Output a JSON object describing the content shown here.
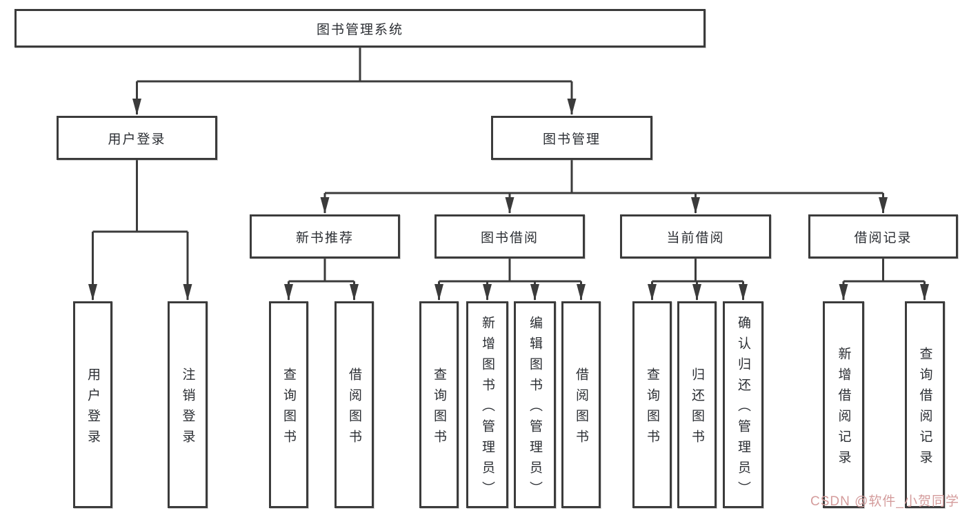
{
  "diagram": {
    "title": "图书管理系统",
    "root": {
      "label": "图书管理系统"
    },
    "level2": [
      {
        "label": "用户登录"
      },
      {
        "label": "图书管理"
      }
    ],
    "level3": [
      {
        "label": "新书推荐"
      },
      {
        "label": "图书借阅"
      },
      {
        "label": "当前借阅"
      },
      {
        "label": "借阅记录"
      }
    ],
    "leaves": [
      {
        "label": "用户登录"
      },
      {
        "label": "注销登录"
      },
      {
        "label": "查询图书"
      },
      {
        "label": "借阅图书"
      },
      {
        "label": "查询图书"
      },
      {
        "label": "新增图书（管理员）"
      },
      {
        "label": "编辑图书（管理员）"
      },
      {
        "label": "借阅图书"
      },
      {
        "label": "查询图书"
      },
      {
        "label": "归还图书"
      },
      {
        "label": "确认归还（管理员）"
      },
      {
        "label": "新增借阅记录"
      },
      {
        "label": "查询借阅记录"
      }
    ]
  },
  "watermark": {
    "text": "CSDN @软件_小贺同学",
    "color": "#d49c9c"
  },
  "colors": {
    "line": "#3b3b3b",
    "border": "#3b3b3b",
    "text": "#2b2e33",
    "background": "#ffffff"
  }
}
